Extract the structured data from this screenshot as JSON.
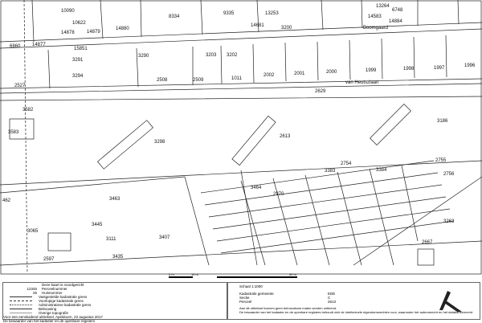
{
  "map": {
    "road_name": "van Heutszlaan",
    "street_2": "Boomgaard",
    "parcels": [
      "10090",
      "6860",
      "10622",
      "14878",
      "14879",
      "14880",
      "8334",
      "9335",
      "13253",
      "13264",
      "14583",
      "14884",
      "6748",
      "14681",
      "3200",
      "14877",
      "15851",
      "3291",
      "3290",
      "3203",
      "3202",
      "2527",
      "3294",
      "2508",
      "2509",
      "1011",
      "2002",
      "2001",
      "2000",
      "1999",
      "1998",
      "1997",
      "1996",
      "2629",
      "3582",
      "3583",
      "3298",
      "2613",
      "3186",
      "2754",
      "2755",
      "3383",
      "3384",
      "2756",
      "3464",
      "462",
      "3463",
      "2970",
      "3263",
      "3445",
      "3065",
      "3111",
      "3407",
      "2667",
      "3435",
      "2597"
    ]
  },
  "scale_bar": {
    "start": "0 m",
    "mid": "10 m",
    "end": "50 m"
  },
  "legend": {
    "title": "Deze kaart is noordgericht",
    "parcel_number_sample": "12345",
    "parcel_number_label": "Perceelnummer",
    "house_number_sample": "25",
    "house_number_label": "Huisnummer",
    "items": [
      "Vastgestelde kadastrale grens",
      "Voorlopige kadastrale grens",
      "Administratieve kadastrale grens",
      "Bebouwing",
      "Overige topografie"
    ],
    "footer1": "Voor een eensluidend uittreksel, Apeldoorn, 22 augustus 2017",
    "footer2": "De bewaarder van het kadaster en de openbare registers"
  },
  "info": {
    "scale": "Schaal 1:1000",
    "municipality_label": "Kadastrale gemeente",
    "municipality": "EDE",
    "section_label": "Sectie",
    "section": "C",
    "parcel_label": "Perceel",
    "parcel": "2613",
    "note1": "Aan dit uittreksel kunnen geen betrouwbare maten worden ontleend.",
    "note2": "De bewaarder van het kadaster en de openbare registers behoudt zich de intellectuele eigendomsrechten voor, waaronder het auteursrecht en het databankenrecht."
  }
}
